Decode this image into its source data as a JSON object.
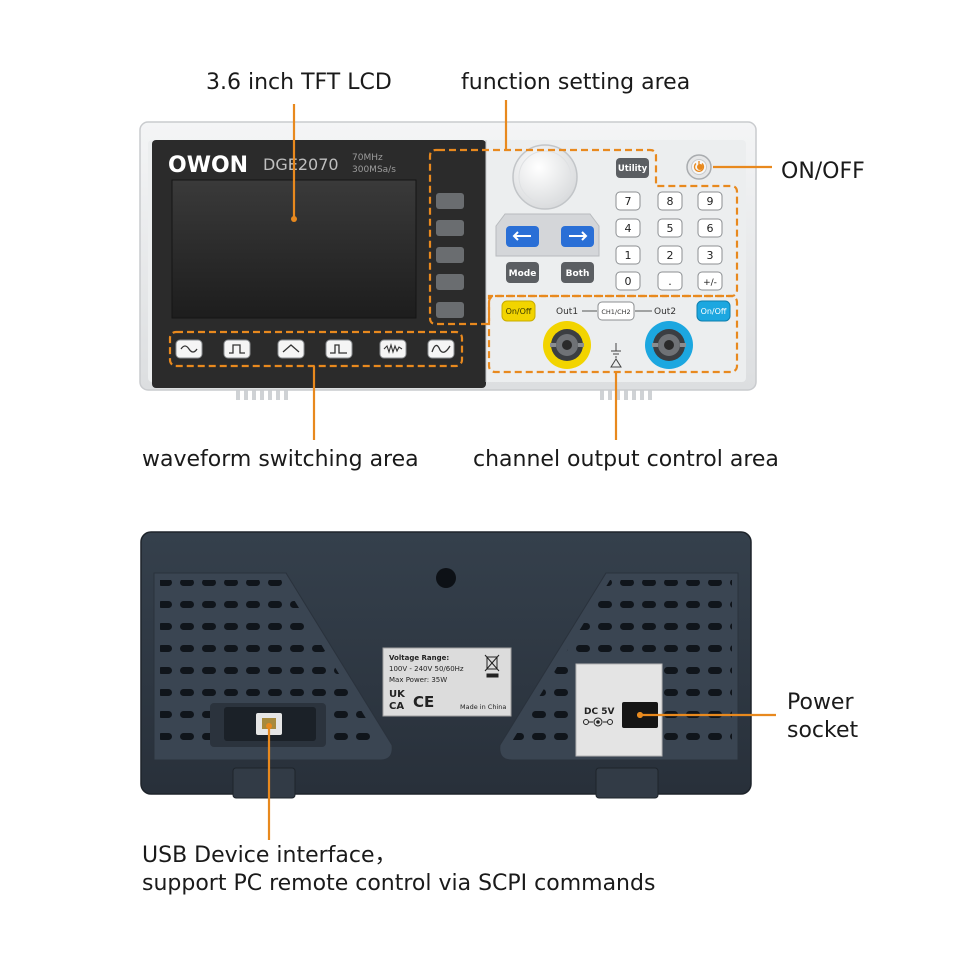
{
  "front_panel": {
    "brand": "OWON",
    "model": "DGE2070",
    "spec_line1": "70MHz",
    "spec_line2": "300MSa/s",
    "utility_key": "Utility",
    "keypad": [
      "7",
      "8",
      "9",
      "4",
      "5",
      "6",
      "1",
      "2",
      "3",
      "0",
      ".",
      "+/-"
    ],
    "mode_key": "Mode",
    "both_key": "Both",
    "ch1_onoff": "On/Off",
    "ch2_onoff": "On/Off",
    "out1_label": "Out1",
    "out2_label": "Out2",
    "ch_switch": "CH1/CH2"
  },
  "callouts": {
    "lcd": "3.6 inch TFT LCD",
    "function": "function setting area",
    "power": "ON/OFF",
    "waveform": "waveform switching area",
    "channel": "channel output control area",
    "power_socket_line1": "Power",
    "power_socket_line2": "socket",
    "usb_line1": "USB Device interface，",
    "usb_line2": "support PC remote control via SCPI commands"
  },
  "rear_panel": {
    "label_line1": "Voltage Range:",
    "label_line2": "100V - 240V   50/60Hz",
    "label_line3": "Max Power: 35W",
    "ukca_top": "UK",
    "ukca_bottom": "CA",
    "ce_mark": "CE",
    "made_in": "Made in China",
    "dc_label": "DC 5V"
  },
  "colors": {
    "accent_orange": "#e8891e",
    "panel_light": "#e9eaeb",
    "panel_dark": "#2f3742",
    "ch1_yellow": "#f2d400",
    "ch2_blue": "#1ca7e0",
    "key_blue": "#2a6fd6"
  }
}
